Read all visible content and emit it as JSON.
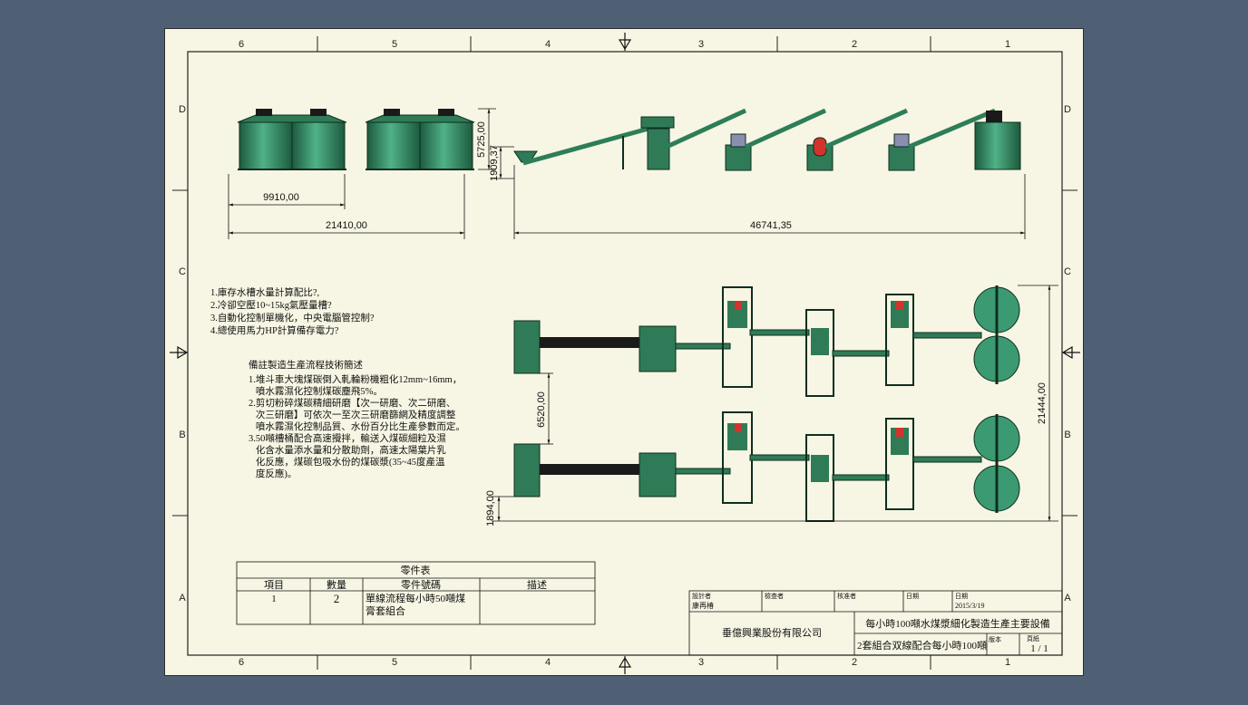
{
  "border": {
    "columns": [
      "6",
      "5",
      "4",
      "3",
      "2",
      "1"
    ],
    "rows": [
      "D",
      "C",
      "B",
      "A"
    ]
  },
  "dimensions": {
    "tank_pair_width": "9910,00",
    "tank_group_width": "21410,00",
    "tank_height": "5725,00",
    "hopper_height": "1909,37",
    "line_length": "46741,35",
    "line_spacing": "6520,00",
    "plan_width": "21444,00",
    "plan_offset": "1894,00"
  },
  "questions": [
    "1.庫存水槽水量計算配比?,",
    "2.冷卻空壓10~15kg氣壓量槽?",
    "3.自動化控制單機化，中央電腦管控制?",
    "4.總使用馬力HP計算備存電力?"
  ],
  "process_notes": {
    "title": "備註製造生產流程技術簡述",
    "lines": [
      "1.堆斗車大塊煤碳倒入軋輪粉機粗化12mm~16mm，",
      "   噴水霧濕化控制煤碳塵飛5%。",
      "2.剪切粉碎煤碳精細研磨【次一研磨、次二研磨、",
      "   次三研磨】可依次一至次三研磨篩網及精度調整",
      "   噴水霧濕化控制品質、水份百分比生產參數而定。",
      "3.50噸槽桶配合高速攪拌，輸送入煤碳細粒及濕",
      "   化含水量添水量和分散助劑，高速太陽葉片乳",
      "   化反應，煤碳包吸水份的煤碳漿(35~45度產溫",
      "   度反應)。"
    ]
  },
  "parts_list": {
    "title": "零件表",
    "headers": [
      "項目",
      "數量",
      "零件號碼",
      "描述"
    ],
    "rows": [
      {
        "item": "1",
        "qty": "2",
        "part_number_line1": "單線流程每小時50噸煤",
        "part_number_line2": "膏套組合",
        "description": ""
      }
    ]
  },
  "title_block": {
    "designer_label": "設計者",
    "designer": "康再椿",
    "checker_label": "檢查者",
    "approver_label": "核准者",
    "date_label": "日期",
    "date_label_2": "日期",
    "date": "2015/3/19",
    "company": "垂億興業股份有限公司",
    "title": "每小時100噸水煤漿細化製造生產主要設備",
    "subtitle": "2套組合双線配合每小時100噸",
    "edition_label": "版本",
    "sheet_label": "頁紙",
    "sheet": "1 / 1"
  },
  "colors": {
    "sheet": "#f7f5e3",
    "background": "#4f6074",
    "equipment": "#3b9a72",
    "equipment_dark": "#15402c",
    "accent_red": "#d4332b",
    "accent_purple": "#6a5cc8"
  }
}
